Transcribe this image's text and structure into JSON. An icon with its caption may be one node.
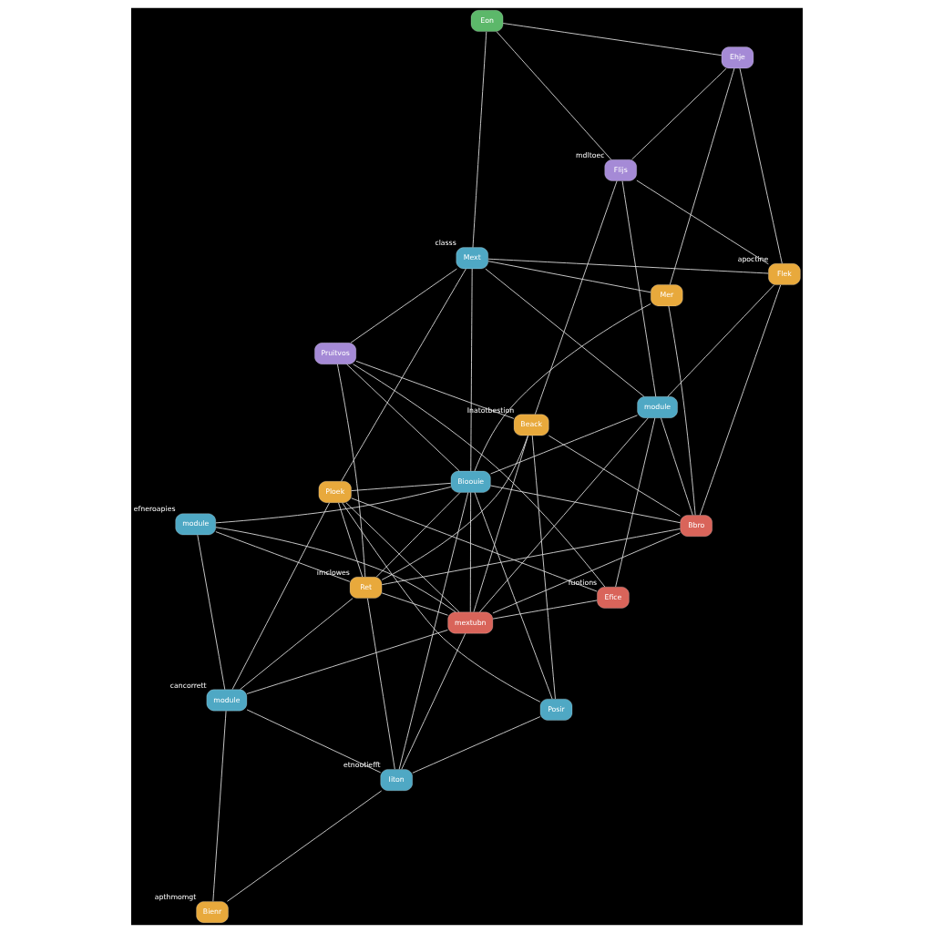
{
  "diagram": {
    "nodes": [
      {
        "text": [
          "Bienr"
        ],
        "beside": [
          "apthmomgt"
        ]
      },
      {
        "text": [
          "Iiton"
        ],
        "beside": [
          "etnootiefft"
        ]
      },
      {
        "text": [
          "module"
        ],
        "beside": [
          "cancorrett"
        ]
      },
      {
        "text": [
          "module"
        ],
        "beside": [
          "efneroapies"
        ]
      },
      {
        "text": [
          "mextubn"
        ]
      },
      {
        "text": [
          "Ret"
        ],
        "beside": [
          "imclowes"
        ]
      },
      {
        "text": [
          "Ploek"
        ]
      },
      {
        "text": [
          "Efice"
        ],
        "beside": [
          "fuotions"
        ]
      },
      {
        "text": [
          "Posir"
        ]
      },
      {
        "text": [
          "Bbro"
        ]
      },
      {
        "text": [
          "Beack"
        ],
        "beside": [
          "Inatotbestion"
        ]
      },
      {
        "text": [
          "Pruitvos"
        ]
      },
      {
        "text": [
          "Mer"
        ]
      },
      {
        "text": [
          "Bioouie"
        ]
      },
      {
        "text": [
          "Mext"
        ],
        "beside": [
          "classs"
        ]
      },
      {
        "text": [
          "module"
        ]
      },
      {
        "text": [
          "Flek"
        ],
        "beside": [
          "apoctine"
        ]
      },
      {
        "text": [
          "Ehje"
        ]
      },
      {
        "text": [
          "Eon"
        ]
      },
      {
        "text": [
          "Flijs"
        ],
        "beside": [
          "mdltoec"
        ]
      }
    ],
    "edges": [
      {
        "from": 0,
        "to": 2,
        "arrow": "none"
      },
      {
        "from": 0,
        "to": 1,
        "arrow": "none"
      },
      {
        "from": 1,
        "to": 2,
        "arrow": "none"
      },
      {
        "from": 1,
        "to": 5,
        "arrow": "none"
      },
      {
        "from": 1,
        "to": 13,
        "arrow": "none"
      },
      {
        "from": 1,
        "to": 4,
        "arrow": "none"
      },
      {
        "from": 1,
        "to": 8,
        "arrow": "none"
      },
      {
        "from": 2,
        "to": 3,
        "arrow": "none"
      },
      {
        "from": 2,
        "to": 5,
        "arrow": "none"
      },
      {
        "from": 2,
        "to": 4,
        "arrow": "none"
      },
      {
        "from": 2,
        "to": 6,
        "arrow": "none"
      },
      {
        "from": 3,
        "to": 5,
        "arrow": "none"
      },
      {
        "from": 3,
        "to": 4,
        "arrow": "none"
      },
      {
        "from": 3,
        "to": 13,
        "arrow": "none"
      },
      {
        "from": 5,
        "to": 4,
        "arrow": "none"
      },
      {
        "from": 5,
        "to": 6,
        "arrow": "none"
      },
      {
        "from": 5,
        "to": 10,
        "arrow": "none"
      },
      {
        "from": 5,
        "to": 9,
        "arrow": "none"
      },
      {
        "from": 5,
        "to": 11,
        "arrow": "none"
      },
      {
        "from": 5,
        "to": 13,
        "arrow": "none"
      },
      {
        "from": 4,
        "to": 6,
        "arrow": "none"
      },
      {
        "from": 4,
        "to": 7,
        "arrow": "none"
      },
      {
        "from": 4,
        "to": 9,
        "arrow": "none"
      },
      {
        "from": 4,
        "to": 13,
        "arrow": "none"
      },
      {
        "from": 4,
        "to": 15,
        "arrow": "none"
      },
      {
        "from": 4,
        "to": 10,
        "arrow": "none"
      },
      {
        "from": 7,
        "to": 6,
        "arrow": "none"
      },
      {
        "from": 7,
        "to": 11,
        "arrow": "none"
      },
      {
        "from": 7,
        "to": 15,
        "arrow": "none"
      },
      {
        "from": 6,
        "to": 8,
        "arrow": "none"
      },
      {
        "from": 6,
        "to": 13,
        "arrow": "none"
      },
      {
        "from": 6,
        "to": 14,
        "arrow": "none"
      },
      {
        "from": 8,
        "to": 10,
        "arrow": "none"
      },
      {
        "from": 8,
        "to": 13,
        "arrow": "none"
      },
      {
        "from": 9,
        "to": 10,
        "arrow": "none"
      },
      {
        "from": 9,
        "to": 12,
        "arrow": "none"
      },
      {
        "from": 9,
        "to": 13,
        "arrow": "none"
      },
      {
        "from": 9,
        "to": 15,
        "arrow": "none"
      },
      {
        "from": 9,
        "to": 16,
        "arrow": "none"
      },
      {
        "from": 10,
        "to": 11,
        "arrow": "none"
      },
      {
        "from": 10,
        "to": 19,
        "arrow": "none"
      },
      {
        "from": 11,
        "to": 13,
        "arrow": "none"
      },
      {
        "from": 11,
        "to": 14,
        "arrow": "none"
      },
      {
        "from": 12,
        "to": 13,
        "arrow": "none"
      },
      {
        "from": 12,
        "to": 14,
        "arrow": "none"
      },
      {
        "from": 12,
        "to": 17,
        "arrow": "none"
      },
      {
        "from": 13,
        "to": 15,
        "arrow": "none"
      },
      {
        "from": 13,
        "to": 14,
        "arrow": "none"
      },
      {
        "from": 14,
        "to": 15,
        "arrow": "none"
      },
      {
        "from": 14,
        "to": 16,
        "arrow": "none"
      },
      {
        "from": 14,
        "to": 18,
        "arrow": "none"
      },
      {
        "from": 15,
        "to": 16,
        "arrow": "none"
      },
      {
        "from": 15,
        "to": 19,
        "arrow": "none"
      },
      {
        "from": 16,
        "to": 17,
        "arrow": "none"
      },
      {
        "from": 16,
        "to": 19,
        "arrow": "none"
      },
      {
        "from": 17,
        "to": 18,
        "arrow": "none"
      },
      {
        "from": 17,
        "to": 19,
        "arrow": "none"
      },
      {
        "from": 18,
        "to": 19,
        "arrow": "none"
      }
    ]
  }
}
